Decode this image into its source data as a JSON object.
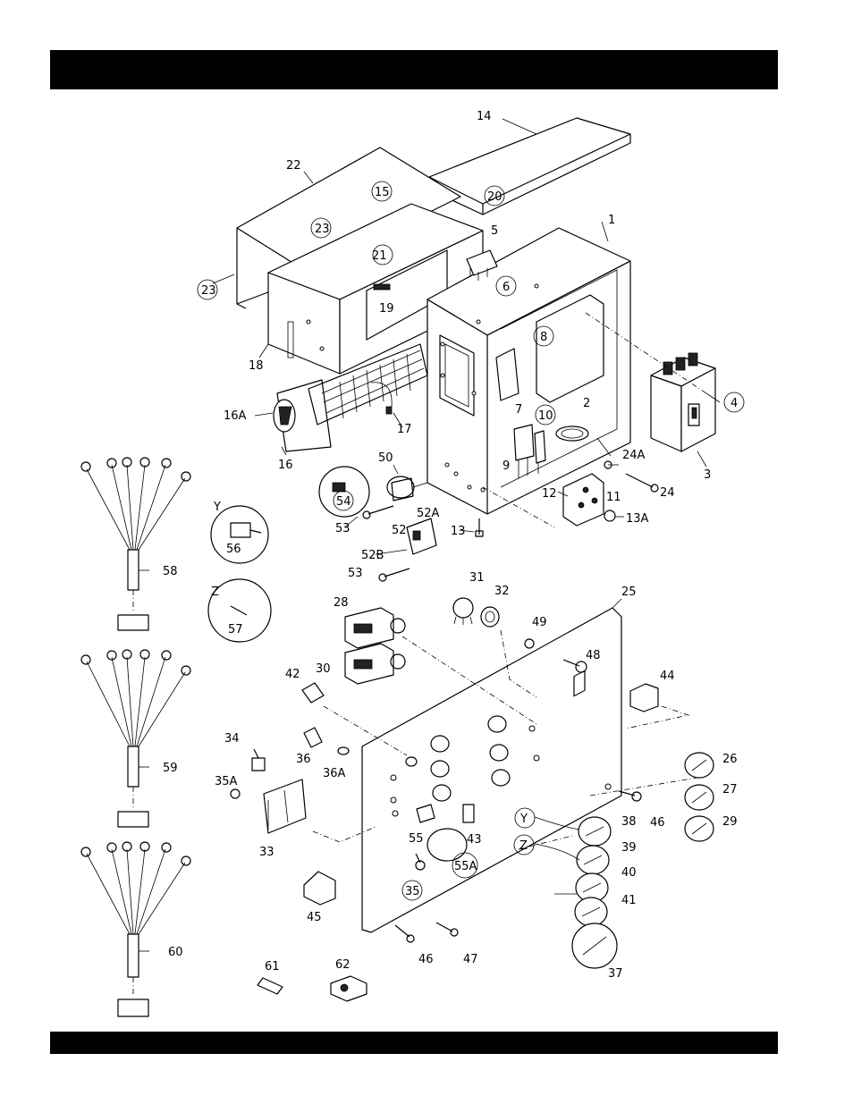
{
  "header": {
    "title": ""
  },
  "footer": {
    "text": ""
  },
  "labels": [
    {
      "id": "l1",
      "text": "1"
    },
    {
      "id": "l2",
      "text": "2"
    },
    {
      "id": "l3",
      "text": "3"
    },
    {
      "id": "l4",
      "text": "4"
    },
    {
      "id": "l5",
      "text": "5"
    },
    {
      "id": "l6",
      "text": "6"
    },
    {
      "id": "l7",
      "text": "7"
    },
    {
      "id": "l8",
      "text": "8"
    },
    {
      "id": "l9",
      "text": "9"
    },
    {
      "id": "l10",
      "text": "10"
    },
    {
      "id": "l11",
      "text": "11"
    },
    {
      "id": "l12",
      "text": "12"
    },
    {
      "id": "l13",
      "text": "13"
    },
    {
      "id": "l13A",
      "text": "13A"
    },
    {
      "id": "l14",
      "text": "14"
    },
    {
      "id": "l15",
      "text": "15"
    },
    {
      "id": "l16",
      "text": "16"
    },
    {
      "id": "l16A",
      "text": "16A"
    },
    {
      "id": "l17",
      "text": "17"
    },
    {
      "id": "l18",
      "text": "18"
    },
    {
      "id": "l19",
      "text": "19"
    },
    {
      "id": "l20",
      "text": "20"
    },
    {
      "id": "l21",
      "text": "21"
    },
    {
      "id": "l22",
      "text": "22"
    },
    {
      "id": "l23a",
      "text": "23"
    },
    {
      "id": "l23b",
      "text": "23"
    },
    {
      "id": "l24",
      "text": "24"
    },
    {
      "id": "l24A",
      "text": "24A"
    },
    {
      "id": "l25",
      "text": "25"
    },
    {
      "id": "l26",
      "text": "26"
    },
    {
      "id": "l27",
      "text": "27"
    },
    {
      "id": "l28",
      "text": "28"
    },
    {
      "id": "l29",
      "text": "29"
    },
    {
      "id": "l30",
      "text": "30"
    },
    {
      "id": "l31",
      "text": "31"
    },
    {
      "id": "l32",
      "text": "32"
    },
    {
      "id": "l33",
      "text": "33"
    },
    {
      "id": "l34",
      "text": "34"
    },
    {
      "id": "l35",
      "text": "35"
    },
    {
      "id": "l35A",
      "text": "35A"
    },
    {
      "id": "l36",
      "text": "36"
    },
    {
      "id": "l36A",
      "text": "36A"
    },
    {
      "id": "l37",
      "text": "37"
    },
    {
      "id": "l38",
      "text": "38"
    },
    {
      "id": "l39",
      "text": "39"
    },
    {
      "id": "l40",
      "text": "40"
    },
    {
      "id": "l41",
      "text": "41"
    },
    {
      "id": "l42",
      "text": "42"
    },
    {
      "id": "l43",
      "text": "43"
    },
    {
      "id": "l44",
      "text": "44"
    },
    {
      "id": "l45",
      "text": "45"
    },
    {
      "id": "l46a",
      "text": "46"
    },
    {
      "id": "l46b",
      "text": "46"
    },
    {
      "id": "l47",
      "text": "47"
    },
    {
      "id": "l48",
      "text": "48"
    },
    {
      "id": "l49",
      "text": "49"
    },
    {
      "id": "l50",
      "text": "50"
    },
    {
      "id": "l52",
      "text": "52"
    },
    {
      "id": "l52A",
      "text": "52A"
    },
    {
      "id": "l52B",
      "text": "52B"
    },
    {
      "id": "l53a",
      "text": "53"
    },
    {
      "id": "l53b",
      "text": "53"
    },
    {
      "id": "l54",
      "text": "54"
    },
    {
      "id": "l55",
      "text": "55"
    },
    {
      "id": "l55A",
      "text": "55A"
    },
    {
      "id": "l56",
      "text": "56"
    },
    {
      "id": "l57",
      "text": "57"
    },
    {
      "id": "l58",
      "text": "58"
    },
    {
      "id": "l59",
      "text": "59"
    },
    {
      "id": "l60",
      "text": "60"
    },
    {
      "id": "l61",
      "text": "61"
    },
    {
      "id": "l62",
      "text": "62"
    },
    {
      "id": "lY1",
      "text": "Y"
    },
    {
      "id": "lY2",
      "text": "Y"
    },
    {
      "id": "lZ1",
      "text": "Z"
    },
    {
      "id": "lZ2",
      "text": "Z"
    }
  ]
}
